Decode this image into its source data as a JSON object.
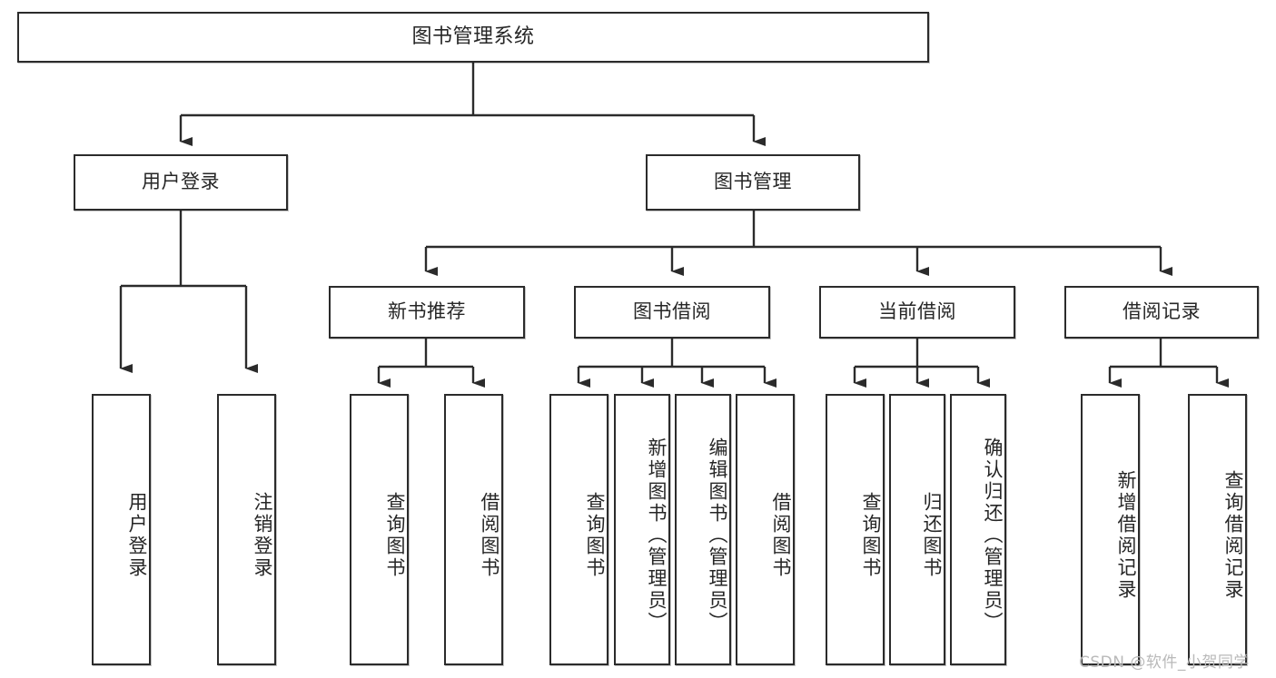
{
  "diagram": {
    "title": "图书管理系统",
    "stroke_color": "#2b2b2b",
    "text_color": "#262626",
    "background": "#ffffff",
    "watermark": "CSDN @软件_小贺同学",
    "levels": {
      "root": {
        "label": "图书管理系统"
      },
      "level2": [
        {
          "id": "user-login",
          "label": "用户登录"
        },
        {
          "id": "book-manage",
          "label": "图书管理"
        }
      ],
      "level3": [
        {
          "id": "new-book-rec",
          "label": "新书推荐",
          "parent": "book-manage"
        },
        {
          "id": "book-borrow",
          "label": "图书借阅",
          "parent": "book-manage"
        },
        {
          "id": "current-borrow",
          "label": "当前借阅",
          "parent": "book-manage"
        },
        {
          "id": "borrow-record",
          "label": "借阅记录",
          "parent": "book-manage"
        }
      ],
      "leaves": [
        {
          "id": "leaf-user-login",
          "label": "用户登录",
          "parent": "user-login"
        },
        {
          "id": "leaf-logout-login",
          "label": "注销登录",
          "parent": "user-login"
        },
        {
          "id": "leaf-query-book-1",
          "label": "查询图书",
          "parent": "new-book-rec"
        },
        {
          "id": "leaf-borrow-book-1",
          "label": "借阅图书",
          "parent": "new-book-rec"
        },
        {
          "id": "leaf-query-book-2",
          "label": "查询图书",
          "parent": "book-borrow"
        },
        {
          "id": "leaf-add-book",
          "label": "新增图书（管理员）",
          "parent": "book-borrow"
        },
        {
          "id": "leaf-edit-book",
          "label": "编辑图书（管理员）",
          "parent": "book-borrow"
        },
        {
          "id": "leaf-borrow-book-2",
          "label": "借阅图书",
          "parent": "book-borrow"
        },
        {
          "id": "leaf-query-book-3",
          "label": "查询图书",
          "parent": "current-borrow"
        },
        {
          "id": "leaf-return-book",
          "label": "归还图书",
          "parent": "current-borrow"
        },
        {
          "id": "leaf-confirm-return",
          "label": "确认归还（管理员）",
          "parent": "current-borrow"
        },
        {
          "id": "leaf-add-record",
          "label": "新增借阅记录",
          "parent": "borrow-record"
        },
        {
          "id": "leaf-query-record",
          "label": "查询借阅记录",
          "parent": "borrow-record"
        }
      ]
    }
  }
}
